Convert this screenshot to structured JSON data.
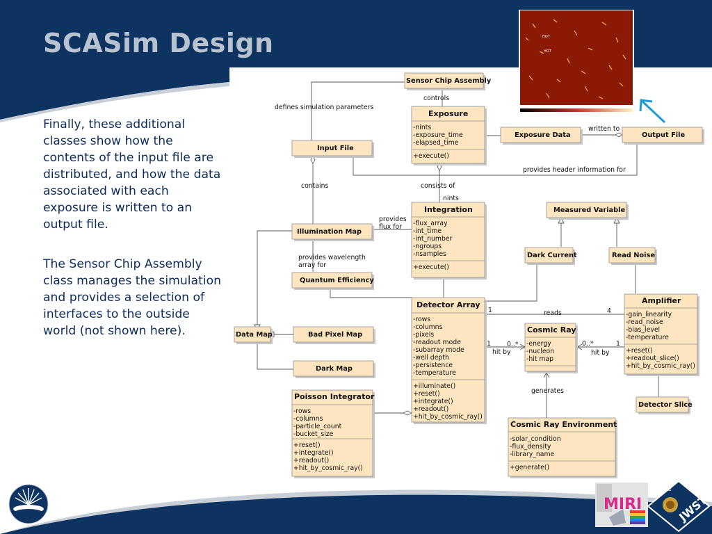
{
  "slide": {
    "title": "SCASim Design",
    "paragraph_1": "Finally, these additional classes show how the contents of the input file are distributed, and how the data associated with each exposure is written to an output file.",
    "paragraph_2": "The Sensor Chip Assembly class manages the simulation and provides a selection of interfaces to the outside world (not shown here)."
  },
  "colors": {
    "banner": "#0d3461",
    "class_fill": "#fde6bf",
    "title_text": "#b9c3cf",
    "body_text": "#0c2c5c",
    "arrow": "#1e9ad6"
  },
  "uml": {
    "classes": {
      "sensor_chip_assembly": {
        "name": "Sensor Chip Assembly"
      },
      "exposure": {
        "name": "Exposure",
        "attributes": [
          "-nints",
          "-exposure_time",
          "-elapsed_time"
        ],
        "methods": [
          "+execute()"
        ]
      },
      "exposure_data": {
        "name": "Exposure Data"
      },
      "output_file": {
        "name": "Output File"
      },
      "input_file": {
        "name": "Input File"
      },
      "measured_variable": {
        "name": "Measured Variable"
      },
      "integration": {
        "name": "Integration",
        "attributes": [
          "-flux_array",
          "-int_time",
          "-int_number",
          "-ngroups",
          "-nsamples"
        ],
        "methods": [
          "+execute()"
        ]
      },
      "illumination_map": {
        "name": "Illumination Map"
      },
      "dark_current": {
        "name": "Dark Current"
      },
      "read_noise": {
        "name": "Read Noise"
      },
      "quantum_efficiency": {
        "name": "Quantum Efficiency"
      },
      "amplifier": {
        "name": "Amplifier",
        "attributes": [
          "-gain_linearity",
          "-read_noise",
          "-bias_level",
          "-temperature"
        ],
        "methods": [
          "+reset()",
          "+readout_slice()",
          "+hit_by_cosmic_ray()"
        ]
      },
      "detector_array": {
        "name": "Detector Array",
        "attributes": [
          "-rows",
          "-columns",
          "-pixels",
          "-readout mode",
          "-subarray mode",
          "-well depth",
          "-persistence",
          "-temperature"
        ],
        "methods": [
          "+illuminate()",
          "+reset()",
          "+integrate()",
          "+readout()",
          "+hit_by_cosmic_ray()"
        ]
      },
      "cosmic_ray": {
        "name": "Cosmic Ray",
        "attributes": [
          "-energy",
          "-nucleon",
          "-hit map"
        ]
      },
      "data_map": {
        "name": "Data Map"
      },
      "bad_pixel_map": {
        "name": "Bad Pixel Map"
      },
      "dark_map": {
        "name": "Dark Map"
      },
      "detector_slice": {
        "name": "Detector Slice"
      },
      "poisson_integrator": {
        "name": "Poisson Integrator",
        "attributes": [
          "-rows",
          "-columns",
          "-particle_count",
          "-bucket_size"
        ],
        "methods": [
          "+reset()",
          "+integrate()",
          "+readout()",
          "+hit_by_cosmic_ray()"
        ]
      },
      "cosmic_ray_environment": {
        "name": "Cosmic Ray Environment",
        "attributes": [
          "-solar_condition",
          "-flux_density",
          "-library_name"
        ],
        "methods": [
          "+generate()"
        ]
      }
    },
    "labels": {
      "controls": "controls",
      "defines_parameters": "defines simulation parameters",
      "written_to": "written to",
      "provides_header": "provides header information for",
      "contains": "contains",
      "consists_of": "consists of",
      "nints": "nints",
      "provides_flux_1": "provides",
      "provides_flux_2": "flux for",
      "provides_wavelength_1": "provides wavelength",
      "provides_wavelength_2": "array for",
      "reads": "reads",
      "hit_by_left": "hit by",
      "hit_by_right": "hit by",
      "generates": "generates"
    },
    "multiplicities": {
      "reads_detector": "1",
      "reads_amplifier": "4",
      "hit_detector_one": "1",
      "hit_detector_many": "0..*",
      "hit_amplifier_many": "0..*",
      "hit_amplifier_one": "1"
    }
  },
  "simulated_image": {
    "labels": [
      "HOT",
      "HOT"
    ]
  },
  "logos": {
    "miri": "MIRI",
    "jwst": "JWST",
    "jwst_prefix": "e"
  }
}
